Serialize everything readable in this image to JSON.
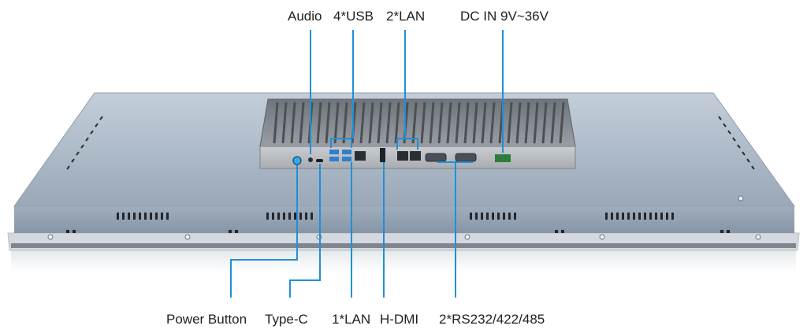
{
  "labels": {
    "audio": "Audio",
    "usb": "4*USB",
    "lan2": "2*LAN",
    "dc_in": "DC IN 9V~36V",
    "power_button": "Power Button",
    "type_c": "Type-C",
    "lan1": "1*LAN",
    "hdmi": "H-DMI",
    "serial": "2*RS232/422/485"
  },
  "colors": {
    "callout_line": "#1e90d8",
    "panel": "#a8b6c6",
    "heatsink": "#8a8e94",
    "bezel": "#d7dde3"
  }
}
